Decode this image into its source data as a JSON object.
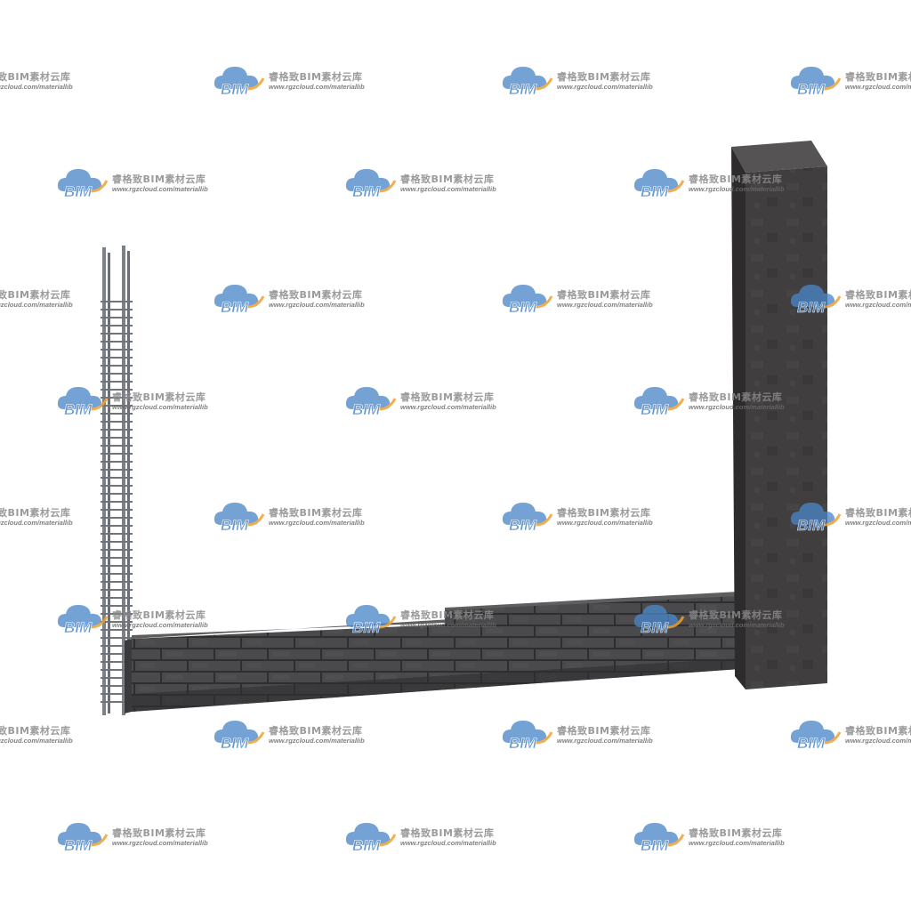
{
  "scene": {
    "subject": "3d-wall-model",
    "colors": {
      "background": "#ffffff",
      "brick": "#4a4a4c",
      "brick_light": "#5a5a5c",
      "mortar": "#2e2e30",
      "pillar_front": "#3f3d3d",
      "pillar_side": "#2d2b2b",
      "pillar_top": "#555353",
      "rebar": "#7c8088"
    }
  },
  "watermark": {
    "logo_text": "BIM",
    "name": "睿格致BIM素材云库",
    "url": "www.rgzcloud.com/materiallib",
    "colors": {
      "cloud_blue": "#4b86c8",
      "arc_orange": "#f0a030",
      "text_gray": "#8a8a8a"
    }
  }
}
